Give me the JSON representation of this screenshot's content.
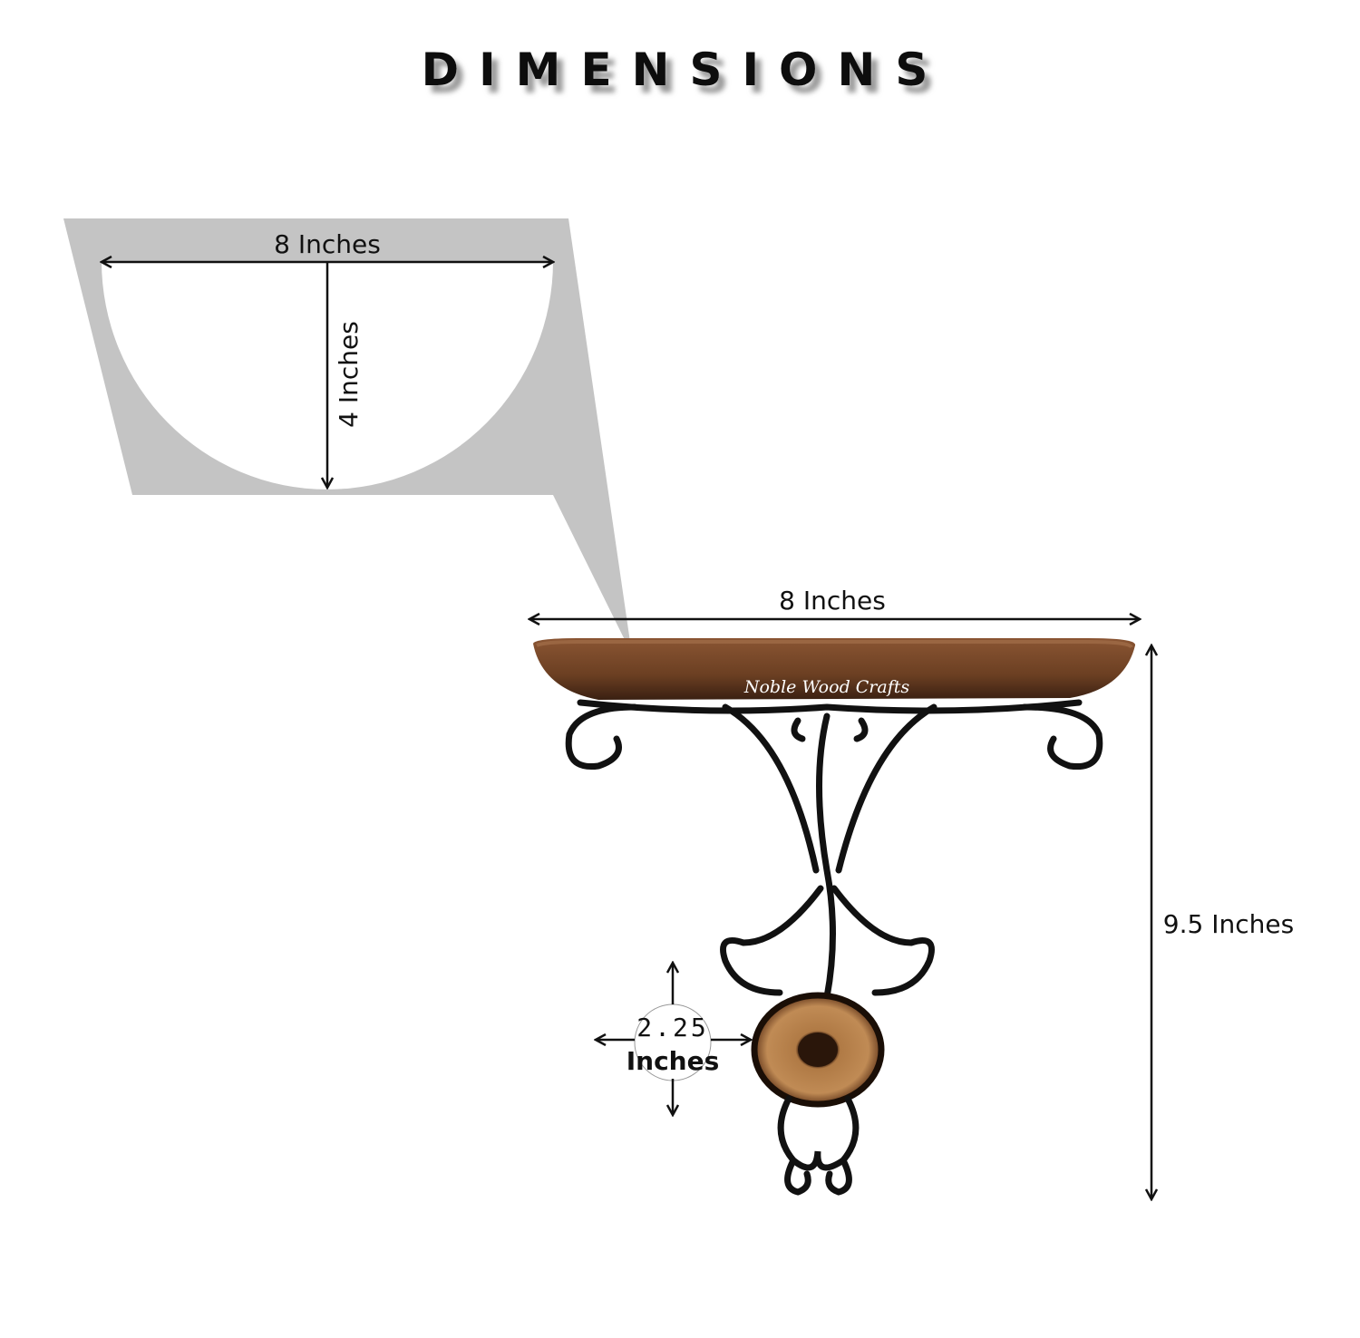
{
  "title": "DIMENSIONS",
  "top_view": {
    "width_label": "8 Inches",
    "depth_label": "4 Inches"
  },
  "product": {
    "brand": "Noble Wood Crafts",
    "width_label": "8 Inches",
    "height_label": "9.5 Inches",
    "medallion_value": "2.25",
    "medallion_unit": "Inches"
  },
  "colors": {
    "callout": "#c4c4c4",
    "wood": "#7a4a2c",
    "iron": "#111111",
    "medallion": "#a8723f"
  }
}
